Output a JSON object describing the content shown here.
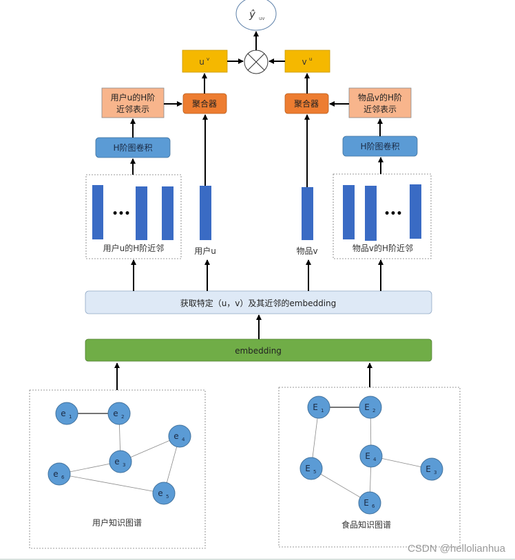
{
  "output": {
    "label_base": "ŷ",
    "label_sub": "uv"
  },
  "top_left_box": {
    "label_base": "u",
    "label_sup": "v"
  },
  "top_right_box": {
    "label_base": "v",
    "label_sup": "u"
  },
  "aggregator_left": {
    "label": "聚合器"
  },
  "aggregator_right": {
    "label": "聚合器"
  },
  "user_neighbor_repr": {
    "line1": "用户u的H阶",
    "line2": "近邻表示"
  },
  "item_neighbor_repr": {
    "line1": "物品v的H阶",
    "line2": "近邻表示"
  },
  "conv_left": {
    "label": "H阶图卷积"
  },
  "conv_right": {
    "label": "H阶图卷积"
  },
  "user_neighbors": {
    "label": "用户u的H阶近邻",
    "ellipsis": "•••"
  },
  "item_neighbors": {
    "label": "物品v的H阶近邻",
    "ellipsis": "•••"
  },
  "user_vec": {
    "label": "用户u"
  },
  "item_vec": {
    "label": "物品v"
  },
  "lookup_bar": {
    "label": "获取特定（u，v）及其近邻的embedding"
  },
  "embedding_bar": {
    "label": "embedding"
  },
  "user_kg": {
    "label": "用户知识图谱",
    "nodes": [
      {
        "id": "e1",
        "base": "e",
        "sub": "1"
      },
      {
        "id": "e2",
        "base": "e",
        "sub": "2"
      },
      {
        "id": "e3",
        "base": "e",
        "sub": "3"
      },
      {
        "id": "e4",
        "base": "e",
        "sub": "4"
      },
      {
        "id": "e5",
        "base": "e",
        "sub": "5"
      },
      {
        "id": "e6",
        "base": "e",
        "sub": "6"
      }
    ],
    "edges": [
      [
        "e1",
        "e2"
      ],
      [
        "e2",
        "e3"
      ],
      [
        "e3",
        "e4"
      ],
      [
        "e3",
        "e6"
      ],
      [
        "e4",
        "e5"
      ],
      [
        "e6",
        "e5"
      ]
    ]
  },
  "food_kg": {
    "label": "食品知识图谱",
    "nodes": [
      {
        "id": "E1",
        "base": "E",
        "sub": "1"
      },
      {
        "id": "E2",
        "base": "E",
        "sub": "2"
      },
      {
        "id": "E3",
        "base": "E",
        "sub": "3"
      },
      {
        "id": "E4",
        "base": "E",
        "sub": "4"
      },
      {
        "id": "E5",
        "base": "E",
        "sub": "5"
      },
      {
        "id": "E6",
        "base": "E",
        "sub": "6"
      }
    ],
    "edges": [
      [
        "E1",
        "E2"
      ],
      [
        "E1",
        "E5"
      ],
      [
        "E2",
        "E4"
      ],
      [
        "E4",
        "E3"
      ],
      [
        "E4",
        "E6"
      ],
      [
        "E5",
        "E6"
      ]
    ]
  },
  "watermark": "CSDN @hellolianhua",
  "colors": {
    "yellow": "#f5b800",
    "orange": "#ed7d31",
    "peach": "#f8b58c",
    "blue": "#5b9bd5",
    "bar_blue": "#3a6bc4",
    "light_blue": "#dee9f6",
    "green": "#70ad47"
  }
}
